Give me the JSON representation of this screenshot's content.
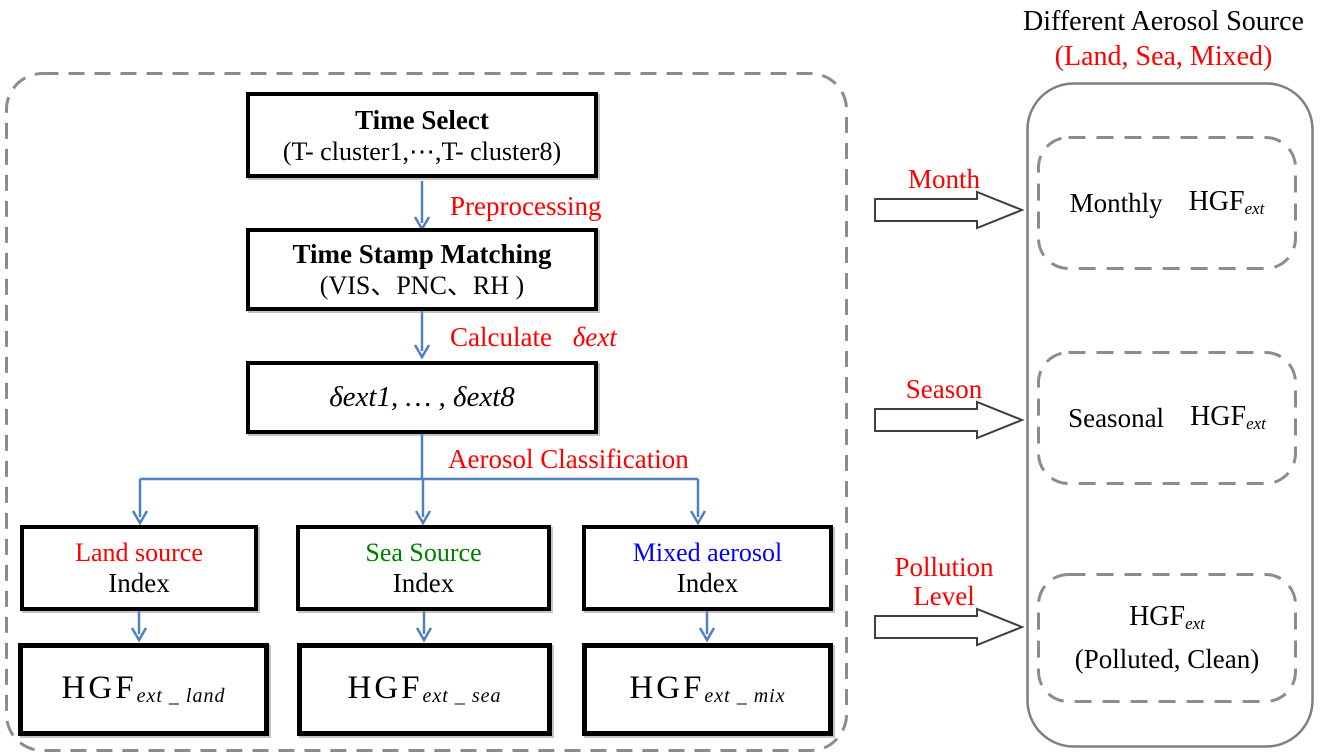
{
  "colors": {
    "arrow_blue": "#4F81BD",
    "label_red": "#FF0000",
    "land_red": "#FF0000",
    "sea_green": "#008000",
    "mixed_blue": "#0000FF",
    "dash_gray": "#8C8C8C",
    "box_black": "#000000"
  },
  "flow": {
    "time_select_title": "Time Select",
    "time_select_sub": "(T- cluster1,⋯,T- cluster8)",
    "label_preprocessing": "Preprocessing",
    "time_stamp_title": "Time Stamp Matching",
    "time_stamp_sub": "(VIS、PNC、RH )",
    "label_calculate": "Calculate",
    "label_calculate_math": "δext",
    "dext_text": "δext1, … , δext8",
    "label_classification": "Aerosol Classification",
    "land": {
      "source": "Land source",
      "index": "Index",
      "hgf": "HGF",
      "sub": "ext _ land"
    },
    "sea": {
      "source": "Sea Source",
      "index": "Index",
      "hgf": "HGF",
      "sub": "ext _ sea"
    },
    "mixed": {
      "source": "Mixed aerosol",
      "index": "Index",
      "hgf": "HGF",
      "sub": "ext _ mix"
    }
  },
  "output": {
    "title": "Different Aerosol Source",
    "subtitle": "(Land, Sea, Mixed)",
    "month_label": "Month",
    "season_label": "Season",
    "pollution_label_line1": "Pollution",
    "pollution_label_line2": "Level",
    "monthly": {
      "prefix": "Monthly",
      "hgf": "HGF",
      "sub": "ext"
    },
    "seasonal": {
      "prefix": "Seasonal",
      "hgf": "HGF",
      "sub": "ext"
    },
    "pollution": {
      "hgf": "HGF",
      "sub": "ext",
      "caption": "(Polluted, Clean)"
    }
  }
}
